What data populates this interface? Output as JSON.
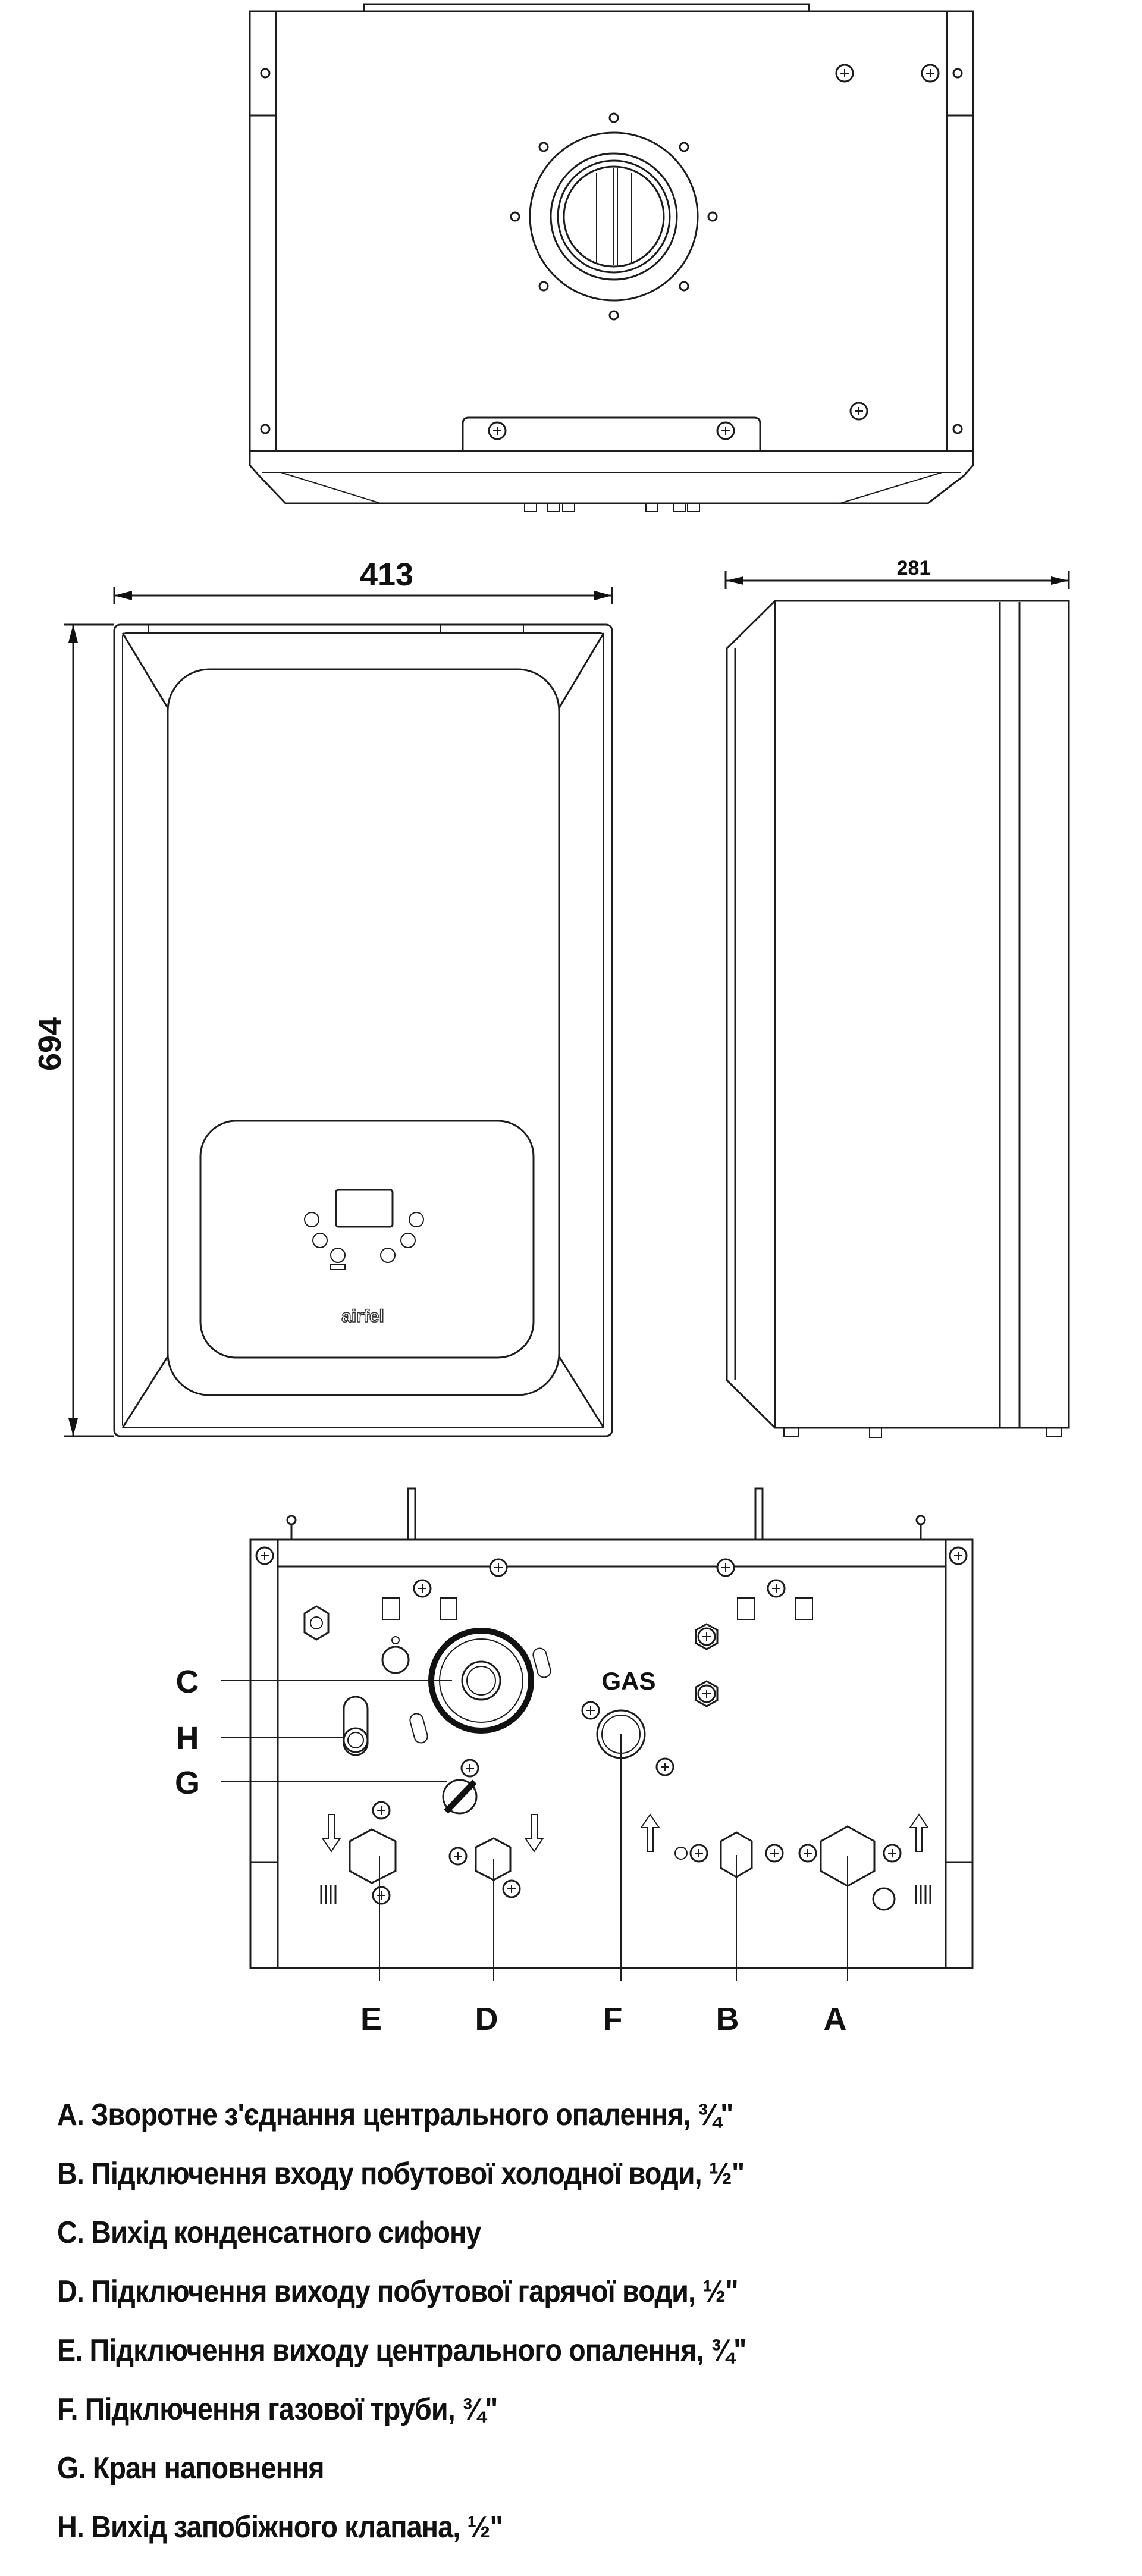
{
  "dimensions": {
    "width": "413",
    "height": "694",
    "depth": "281"
  },
  "brand": "airfel",
  "bottom_view": {
    "gas_label": "GAS",
    "callouts": {
      "A": "A",
      "B": "B",
      "C": "C",
      "D": "D",
      "E": "E",
      "F": "F",
      "G": "G",
      "H": "H"
    }
  },
  "legend": [
    "A. Зворотне з'єднання центрального опалення, ¾\"",
    "B. Підключення входу побутової холодної води, ½\"",
    "C. Вихід конденсатного сифону",
    "D. Підключення виходу побутової гарячої води, ½\"",
    "E. Підключення виходу центрального опалення, ¾\"",
    "F. Підключення газової труби, ¾\"",
    "G. Кран наповнення",
    "H. Вихід запобіжного клапана, ½\""
  ]
}
